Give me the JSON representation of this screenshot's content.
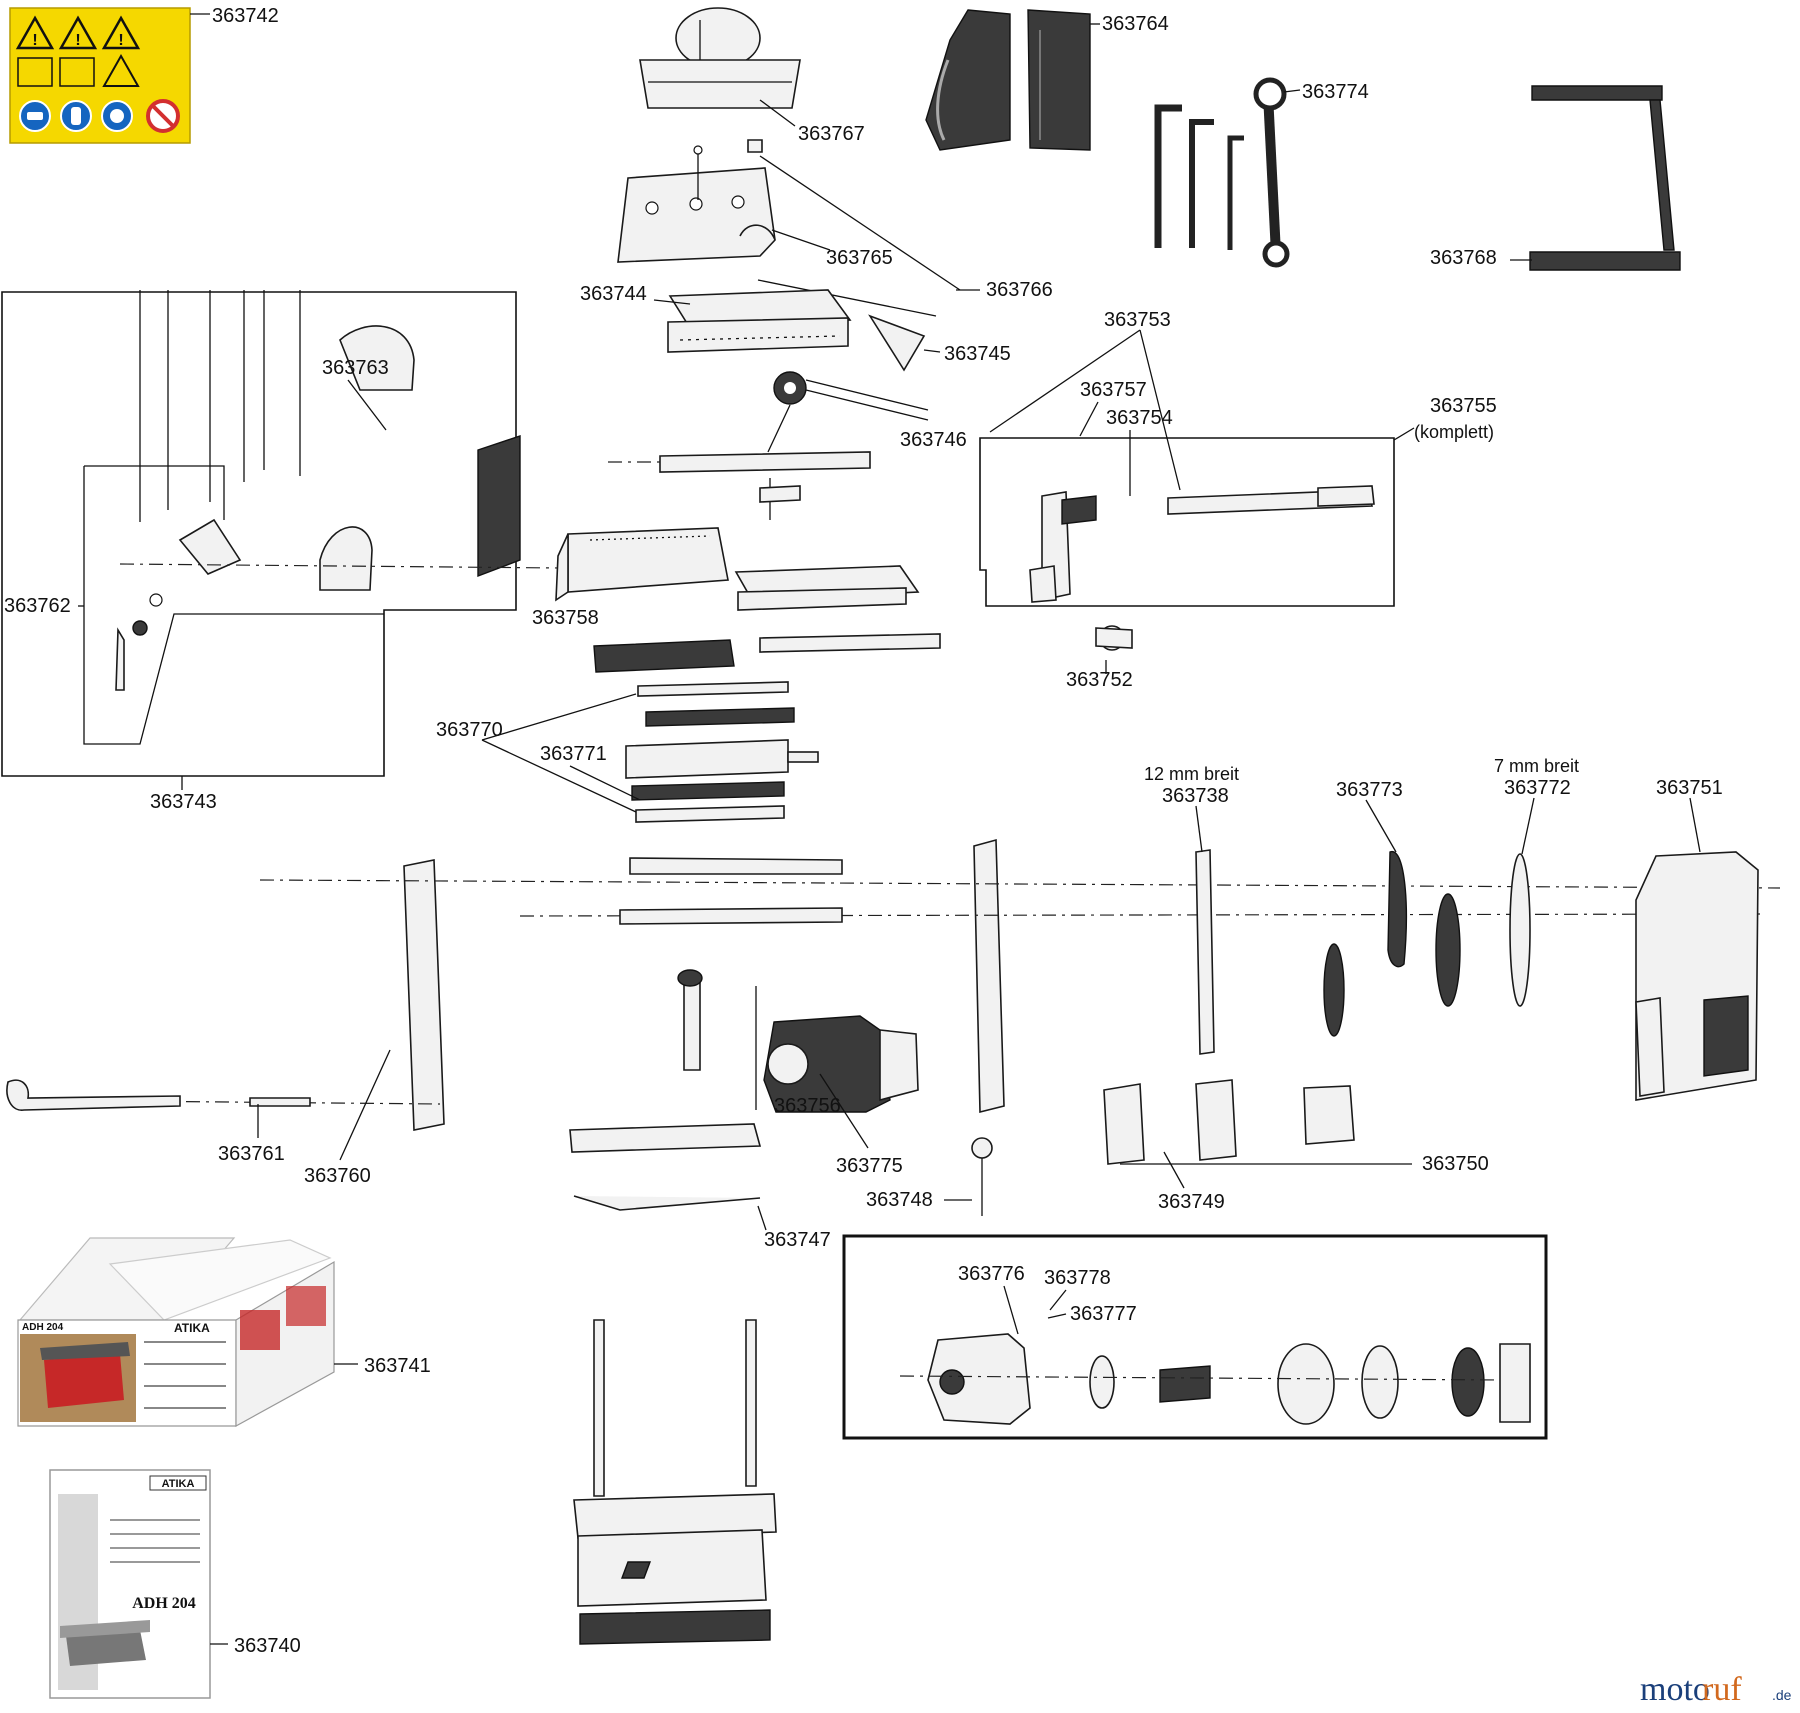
{
  "diagram": {
    "part_numbers": {
      "p363742": "363742",
      "p363767": "363767",
      "p363764": "363764",
      "p363774": "363774",
      "p363768": "363768",
      "p363765": "363765",
      "p363766": "363766",
      "p363744": "363744",
      "p363745": "363745",
      "p363746": "363746",
      "p363763": "363763",
      "p363753": "363753",
      "p363757": "363757",
      "p363754": "363754",
      "p363755": "363755",
      "p363755_note": "(komplett)",
      "p363762": "363762",
      "p363758": "363758",
      "p363752": "363752",
      "p363770": "363770",
      "p363771": "363771",
      "p363743": "363743",
      "p363738": "363738",
      "p363738_note": "12 mm breit",
      "p363773": "363773",
      "p363772": "363772",
      "p363772_note": "7 mm breit",
      "p363751": "363751",
      "p363756": "363756",
      "p363761": "363761",
      "p363760": "363760",
      "p363775": "363775",
      "p363750": "363750",
      "p363748": "363748",
      "p363749": "363749",
      "p363747": "363747",
      "p363776": "363776",
      "p363778": "363778",
      "p363777": "363777",
      "p363741": "363741",
      "p363740": "363740"
    },
    "box_brand": "ATIKA",
    "box_model": "ADH 204",
    "manual_brand": "ATIKA",
    "manual_model": "ADH 204"
  },
  "watermark": {
    "part1": "moto",
    "part2": "ruf",
    "part3": ".de"
  },
  "colors": {
    "warning_label_bg": "#f5d800",
    "mandatory_sign": "#1565c0",
    "prohibition_sign": "#d32f2f",
    "box_red": "#c62828"
  }
}
